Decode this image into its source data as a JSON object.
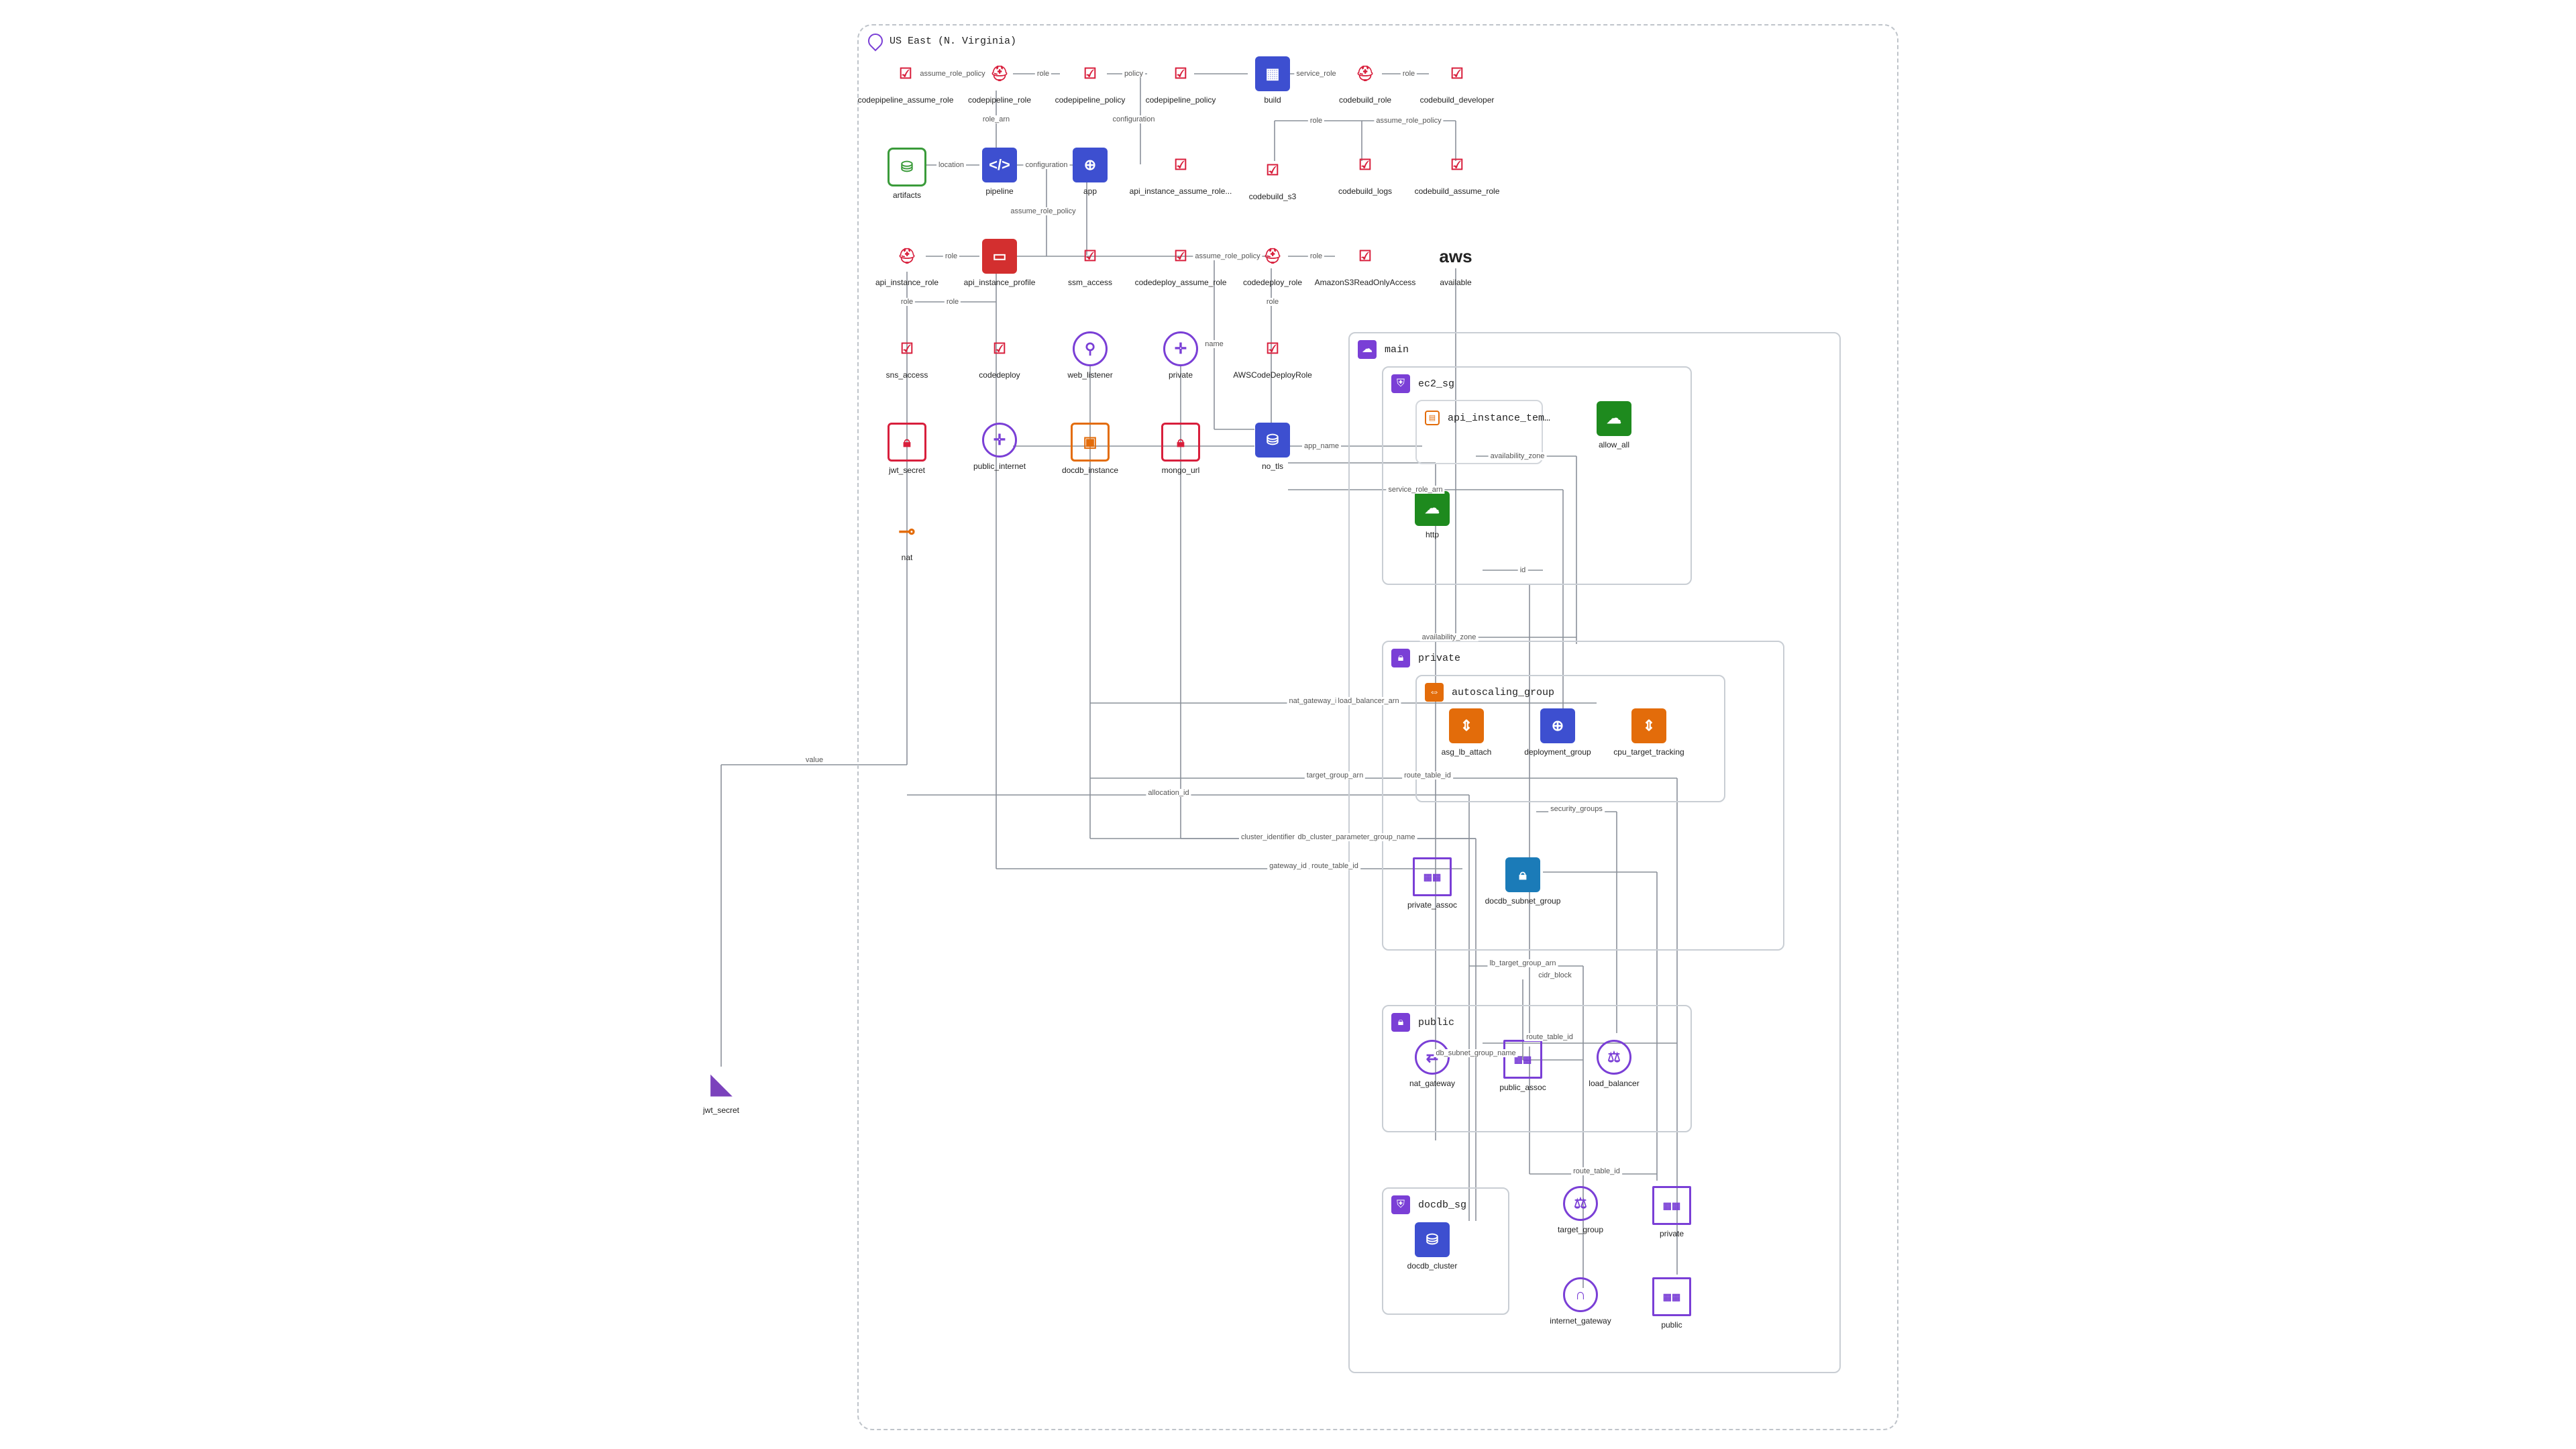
{
  "region": {
    "label": "US East (N. Virginia)"
  },
  "groups": {
    "main": "main",
    "ec2_sg": "ec2_sg",
    "api_instance_template": "api_instance_tem…",
    "private": "private",
    "autoscaling_group": "autoscaling_group",
    "public": "public",
    "docdb_sg": "docdb_sg"
  },
  "nodes": {
    "codepipeline_assume_role": "codepipeline_assume_role",
    "codepipeline_role": "codepipeline_role",
    "codepipeline_policy_1": "codepipeline_policy",
    "codepipeline_policy_2": "codepipeline_policy",
    "build": "build",
    "codebuild_role": "codebuild_role",
    "codebuild_developer": "codebuild_developer",
    "artifacts": "artifacts",
    "pipeline": "pipeline",
    "app": "app",
    "api_instance_assume_role": "api_instance_assume_role...",
    "codebuild_s3": "codebuild_s3",
    "codebuild_logs": "codebuild_logs",
    "codebuild_assume_role": "codebuild_assume_role",
    "api_instance_role": "api_instance_role",
    "api_instance_profile": "api_instance_profile",
    "ssm_access": "ssm_access",
    "codedeploy_assume_role": "codedeploy_assume_role",
    "codedeploy_role": "codedeploy_role",
    "AmazonS3ReadOnlyAccess": "AmazonS3ReadOnlyAccess",
    "available": "available",
    "sns_access": "sns_access",
    "codedeploy": "codedeploy",
    "web_listener": "web_listener",
    "private_top": "private",
    "AWSCodeDeployRole": "AWSCodeDeployRole",
    "jwt_secret": "jwt_secret",
    "public_internet": "public_internet",
    "docdb_instance": "docdb_instance",
    "mongo_url": "mongo_url",
    "no_tls": "no_tls",
    "nat": "nat",
    "allow_all": "allow_all",
    "http": "http",
    "asg_lb_attach": "asg_lb_attach",
    "deployment_group": "deployment_group",
    "cpu_target_tracking": "cpu_target_tracking",
    "private_assoc": "private_assoc",
    "docdb_subnet_group": "docdb_subnet_group",
    "nat_gateway": "nat_gateway",
    "public_assoc": "public_assoc",
    "load_balancer": "load_balancer",
    "docdb_cluster": "docdb_cluster",
    "target_group": "target_group",
    "private_rt": "private",
    "internet_gateway": "internet_gateway",
    "public_rt": "public",
    "jwt_secret_tf": "jwt_secret"
  },
  "edges": {
    "assume_role_policy_1": "assume_role_policy",
    "role_1": "role",
    "policy_1": "policy",
    "service_role": "service_role",
    "role_2": "role",
    "role_arn": "role_arn",
    "configuration_1": "configuration",
    "role_3": "role",
    "assume_role_policy_2": "assume_role_policy",
    "location": "location",
    "configuration_2": "configuration",
    "assume_role_policy_3": "assume_role_policy",
    "role_4": "role",
    "assume_role_policy_4": "assume_role_policy",
    "role_5": "role",
    "role_6": "role",
    "role_7": "role",
    "role_8": "role",
    "name": "name",
    "app_name": "app_name",
    "availability_zone_1": "availability_zone",
    "service_role_arn": "service_role_arn",
    "id": "id",
    "availability_zone_2": "availability_zone",
    "nat_gateway_id": "nat_gateway_id",
    "load_balancer_arn": "load_balancer_arn",
    "value": "value",
    "target_group_arn": "target_group_arn",
    "route_table_id_1": "route_table_id",
    "allocation_id": "allocation_id",
    "security_groups": "security_groups",
    "cluster_identifier": "cluster_identifier",
    "db_cluster_parameter_group_name": "db_cluster_parameter_group_name",
    "gateway_id": "gateway_id",
    "route_table_id_2": "route_table_id",
    "lb_target_group_arn": "lb_target_group_arn",
    "cidr_block": "cidr_block",
    "route_table_id_3": "route_table_id",
    "db_subnet_group_name": "db_subnet_group_name",
    "route_table_id_4": "route_table_id"
  },
  "icons": {
    "policy": "policy-doc-icon",
    "role": "iam-role-icon",
    "bucket": "s3-bucket-icon",
    "pipeline": "codepipeline-icon",
    "build": "codebuild-icon",
    "app": "codedeploy-app-icon",
    "profile": "instance-profile-icon",
    "listener": "listener-icon",
    "router": "router-icon",
    "secret": "secret-icon",
    "chip": "ec2-instance-icon",
    "db": "database-icon",
    "key": "key-icon",
    "cloud": "cloud-icon",
    "scale": "autoscaling-icon",
    "table": "route-table-icon",
    "lock": "lock-icon",
    "lb": "load-balancer-icon",
    "gateway": "internet-gateway-icon",
    "terraform": "terraform-icon",
    "aws": "aws-logo"
  },
  "colors": {
    "iam_red": "#d81f3c",
    "compute_orange": "#e36c0a",
    "network_purple": "#7a3fd6",
    "database_blue": "#3d4fd0",
    "security_green": "#1e8a1e",
    "storage_green": "#3a9b3a",
    "edge_gray": "#8a9099"
  }
}
